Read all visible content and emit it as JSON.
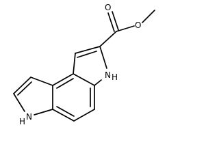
{
  "structure": {
    "labels": {
      "carbonyl_oxygen": "O",
      "ester_oxygen": "O",
      "ring_nh_upper": "N",
      "ring_nh_upper_h": "H",
      "ring_nh_lower": "N",
      "ring_nh_lower_h": "H"
    },
    "colors": {
      "ink": "#000000",
      "background": "#ffffff"
    }
  }
}
